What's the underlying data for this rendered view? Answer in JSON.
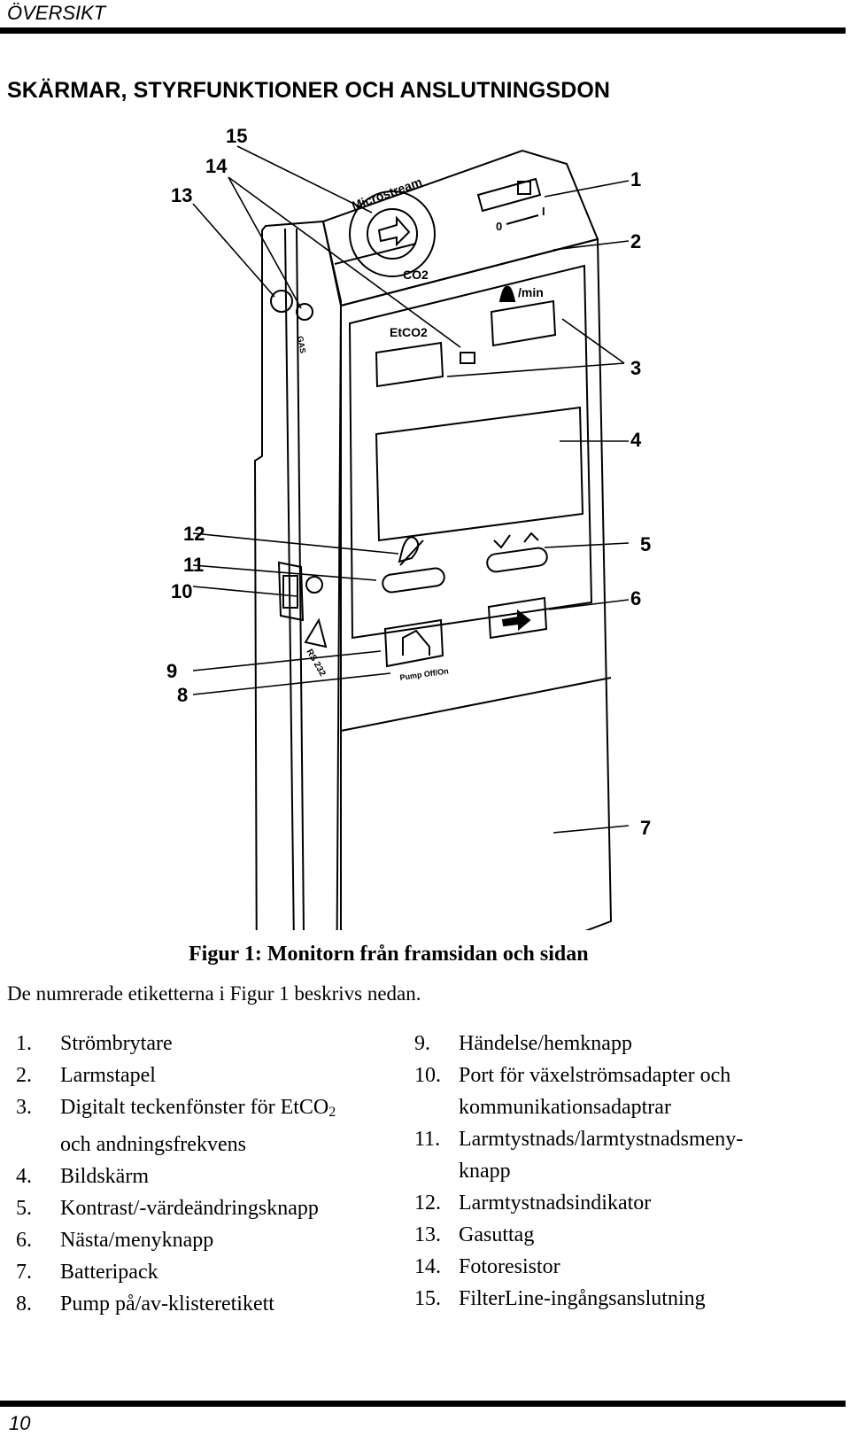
{
  "header": {
    "section": "ÖVERSIKT"
  },
  "title": "SKÄRMAR, STYRFUNKTIONER OCH ANSLUTNINGSDON",
  "figure": {
    "callouts": [
      "1",
      "2",
      "3",
      "4",
      "5",
      "6",
      "7",
      "8",
      "9",
      "10",
      "11",
      "12",
      "13",
      "14",
      "15"
    ],
    "device_labels": {
      "brand_arc": "Microstream",
      "co2": "CO2",
      "etco2": "EtCO2",
      "rate_unit": "/min",
      "gas": "GAS",
      "rs232": "RS 232",
      "pump": "Pump Off/On",
      "switch_off": "0",
      "switch_on": "I"
    }
  },
  "caption": "Figur 1: Monitorn från framsidan och sidan",
  "intro": "De numrerade etiketterna i Figur 1 beskrivs nedan.",
  "list_left": [
    {
      "num": "1.",
      "text": "Strömbrytare"
    },
    {
      "num": "2.",
      "text": "Larmstapel"
    },
    {
      "num": "3.",
      "text": "Digitalt teckenfönster för EtCO",
      "sub": "2",
      "cont": "och andningsfrekvens"
    },
    {
      "num": "4.",
      "text": "Bildskärm"
    },
    {
      "num": "5.",
      "text": "Kontrast/-värdeändringsknapp"
    },
    {
      "num": "6.",
      "text": "Nästa/menyknapp"
    },
    {
      "num": "7.",
      "text": "Batteripack"
    },
    {
      "num": "8.",
      "text": "Pump på/av-klisteretikett"
    }
  ],
  "list_right": [
    {
      "num": "9.",
      "text": "Händelse/hemknapp"
    },
    {
      "num": "10.",
      "text": "Port för växelströmsadapter och",
      "cont": "kommunikationsadaptrar"
    },
    {
      "num": "11.",
      "text": "Larmtystnads/larmtystnadsmeny-",
      "cont": "knapp"
    },
    {
      "num": "12.",
      "text": "Larmtystnadsindikator"
    },
    {
      "num": "13.",
      "text": "Gasuttag"
    },
    {
      "num": "14.",
      "text": "Fotoresistor"
    },
    {
      "num": "15.",
      "text": "FilterLine-ingångsanslutning"
    }
  ],
  "footer": {
    "page": "10"
  }
}
